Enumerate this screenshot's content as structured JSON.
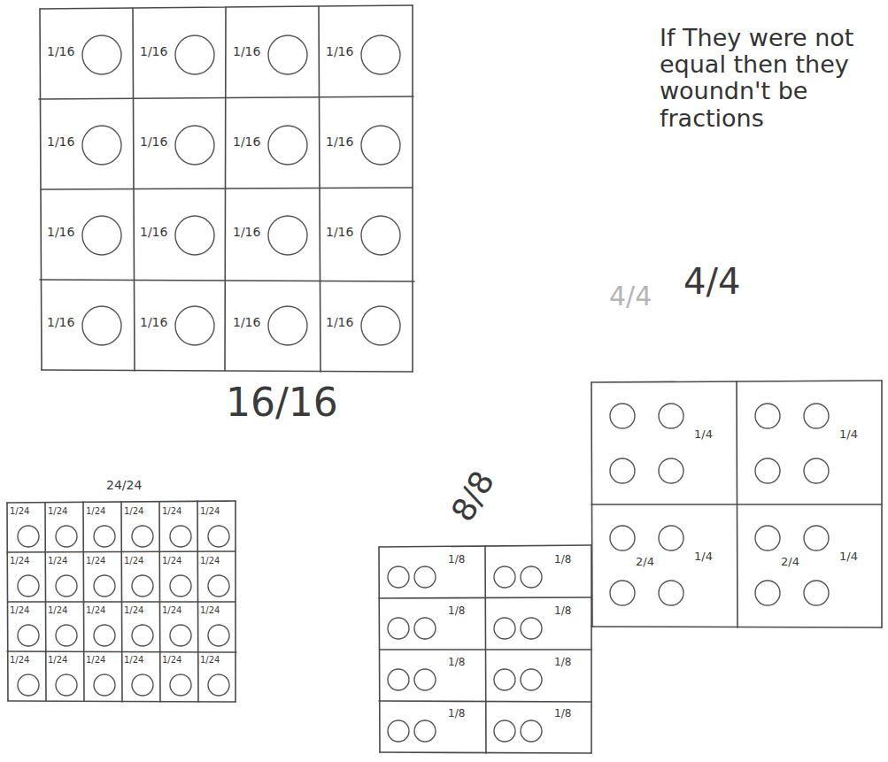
{
  "diagram": {
    "nodes": [
      {
        "text": [
          "1/16",
          "1/16",
          "1/16",
          "1/16",
          "1/16",
          "1/16",
          "1/16",
          "1/16",
          "1/16",
          "1/16",
          "1/16",
          "1/16",
          "1/16",
          "1/16",
          "1/16",
          "1/16",
          "16/16"
        ]
      },
      {
        "text": [
          "24/24",
          "1/24",
          "1/24",
          "1/24",
          "1/24",
          "1/24",
          "1/24",
          "1/24",
          "1/24",
          "1/24",
          "1/24",
          "1/24",
          "1/24",
          "1/24",
          "1/24",
          "1/24",
          "1/24",
          "1/24",
          "1/24",
          "1/24",
          "1/24",
          "1/24",
          "1/24",
          "1/24",
          "1/24"
        ]
      },
      {
        "text": [
          "8/8",
          "1/8",
          "1/8",
          "1/8",
          "1/8",
          "1/8",
          "1/8",
          "1/8",
          "1/8"
        ]
      },
      {
        "text": [
          "4/4",
          "1/4",
          "1/4",
          "1/4",
          "1/4",
          "2/4",
          "2/4"
        ]
      }
    ],
    "labels": [
      "If They were not equal then they woundn't be fractions",
      "4/4"
    ]
  }
}
